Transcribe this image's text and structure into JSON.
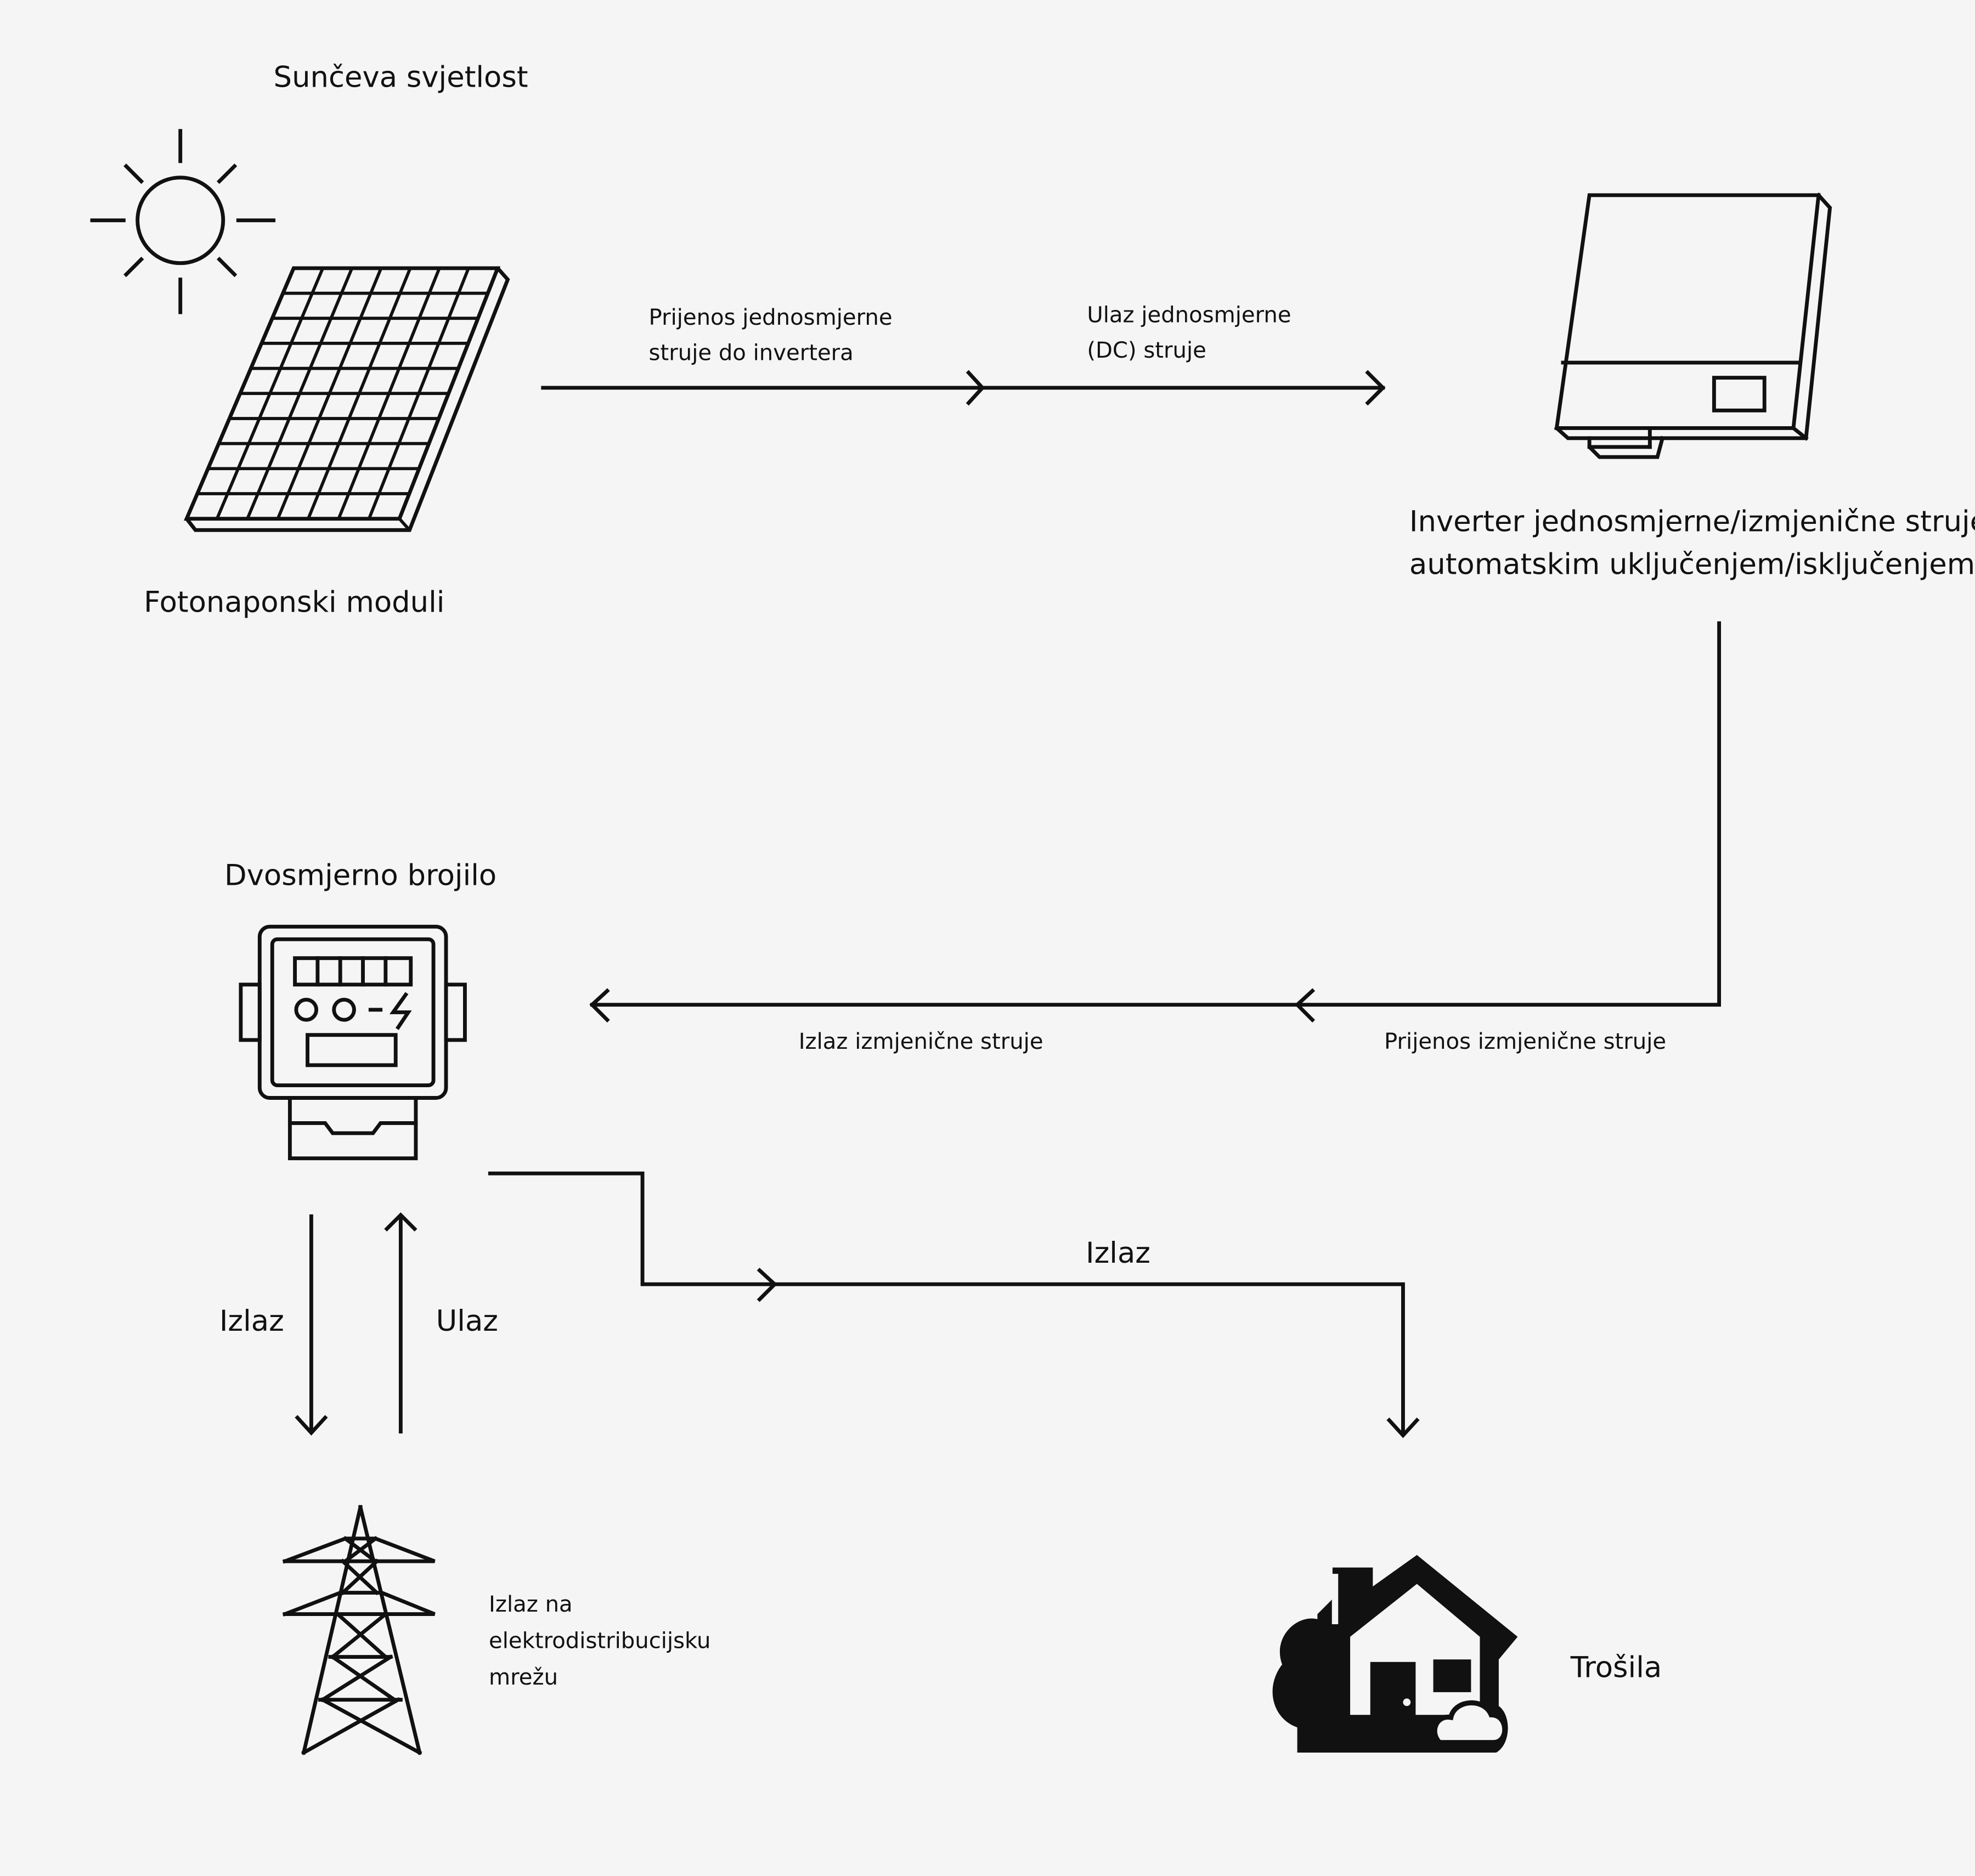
{
  "colors": {
    "background": "#f5f5f5",
    "ink": "#111111"
  },
  "labels": {
    "sunlight": "Sunčeva svjetlost",
    "pv_modules": "Fotonaponski moduli",
    "dc_transfer": [
      "Prijenos jednosmjerne",
      "struje do invertera"
    ],
    "dc_input": [
      "Ulaz jednosmjerne",
      "(DC) struje"
    ],
    "inverter": [
      "Inverter jednosmjerne/izmjenične struje s",
      "automatskim uključenjem/isključenjem"
    ],
    "ac_transfer": "Prijenos izmjenične struje",
    "ac_output": "Izlaz izmjenične struje",
    "meter": "Dvosmjerno brojilo",
    "grid_out": "Izlaz",
    "grid_in": "Ulaz",
    "grid": [
      "Izlaz na",
      "elektrodistribucijsku",
      "mrežu"
    ],
    "load_out": "Izlaz",
    "loads": "Trošila"
  },
  "icons": [
    "sun-icon",
    "solar-panel-icon",
    "inverter-icon",
    "meter-icon",
    "power-tower-icon",
    "house-icon"
  ]
}
